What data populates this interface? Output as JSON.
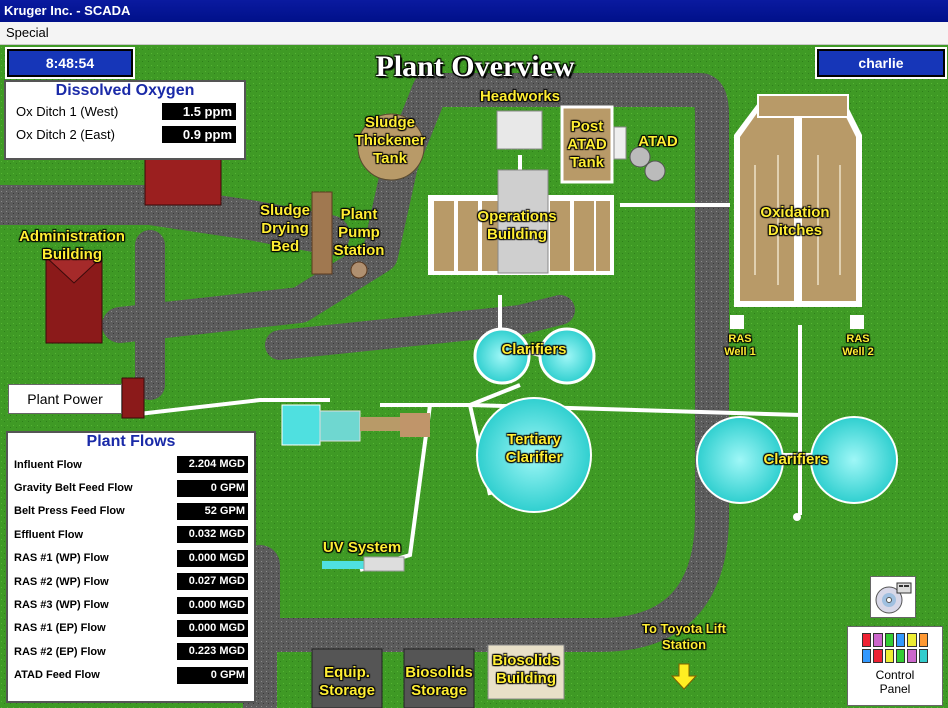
{
  "window": {
    "title": "Kruger Inc. - SCADA",
    "menu_special": "Special"
  },
  "header": {
    "time": "8:48:54",
    "title": "Plant Overview",
    "user": "charlie"
  },
  "dissolved_oxygen": {
    "title": "Dissolved Oxygen",
    "rows": [
      {
        "label": "Ox Ditch 1 (West)",
        "value": "1.5 ppm"
      },
      {
        "label": "Ox Ditch 2 (East)",
        "value": "0.9 ppm"
      }
    ]
  },
  "plant_power_label": "Plant Power",
  "plant_flows": {
    "title": "Plant Flows",
    "rows": [
      {
        "label": "Influent Flow",
        "value": "2.204 MGD"
      },
      {
        "label": "Gravity Belt Feed Flow",
        "value": "0 GPM"
      },
      {
        "label": "Belt Press Feed Flow",
        "value": "52 GPM"
      },
      {
        "label": "Effluent Flow",
        "value": "0.032 MGD"
      },
      {
        "label": "RAS #1 (WP) Flow",
        "value": "0.000 MGD"
      },
      {
        "label": "RAS #2 (WP) Flow",
        "value": "0.027 MGD"
      },
      {
        "label": "RAS #3 (WP) Flow",
        "value": "0.000 MGD"
      },
      {
        "label": "RAS #1 (EP) Flow",
        "value": "0.000 MGD"
      },
      {
        "label": "RAS #2 (EP) Flow",
        "value": "0.223 MGD"
      },
      {
        "label": "ATAD Feed Flow",
        "value": "0 GPM"
      }
    ]
  },
  "map_labels": {
    "headworks": "Headworks",
    "sludge_thickener": "Sludge\nThickener\nTank",
    "post_atad": "Post\nATAD\nTank",
    "atad": "ATAD",
    "sludge_drying": "Sludge\nDrying\nBed",
    "plant_pump": "Plant\nPump\nStation",
    "operations": "Operations\nBuilding",
    "oxidation": "Oxidation\nDitches",
    "administration": "Administration\nBuilding",
    "clarifiers_top": "Clarifiers",
    "ras_well_1": "RAS\nWell 1",
    "ras_well_2": "RAS\nWell 2",
    "tertiary": "Tertiary\nClarifier",
    "clarifiers_right": "Clarifiers",
    "uv": "UV System",
    "equip_storage": "Equip.\nStorage",
    "biosolids_storage": "Biosolids\nStorage",
    "biosolids_building": "Biosolids\nBuilding",
    "toyota": "To Toyota Lift\nStation"
  },
  "control_panel_label": "Control\nPanel",
  "icons": {
    "cd": "cd-icon",
    "arrow": "arrow-down-icon",
    "control_panel": "control-panel-icon"
  },
  "colors": {
    "grass": "#3f9a25",
    "road": "#5a5a5a",
    "pipe": "#ffffff",
    "water": "#4fe0e0",
    "building_tan": "#b89a68",
    "brick": "#8b1a1a",
    "label": "#ffee33",
    "navy": "#1636b8"
  }
}
